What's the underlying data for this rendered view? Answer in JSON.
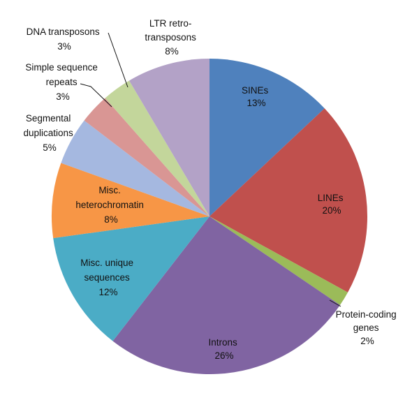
{
  "chart_data": {
    "type": "pie",
    "title": "",
    "start_angle_deg": 0,
    "direction": "clockwise",
    "slices": [
      {
        "label": [
          "SINEs",
          "13%"
        ],
        "percent_text": "13%",
        "value": 13,
        "color": "#4f81bd"
      },
      {
        "label": [
          "LINEs",
          "20%"
        ],
        "percent_text": "20%",
        "value": 20,
        "color": "#c0504d"
      },
      {
        "label": [
          "Protein-coding",
          "genes",
          "2%"
        ],
        "percent_text": "2%",
        "value": 1.5,
        "color": "#9bbb59"
      },
      {
        "label": [
          "Introns",
          "26%"
        ],
        "percent_text": "26%",
        "value": 26,
        "color": "#8064a2"
      },
      {
        "label": [
          "Misc. unique",
          "sequences",
          "12%"
        ],
        "percent_text": "12%",
        "value": 12.3,
        "color": "#4bacc6"
      },
      {
        "label": [
          "Misc.",
          "heterochromatin",
          "8%"
        ],
        "percent_text": "8%",
        "value": 7.7,
        "color": "#f79646"
      },
      {
        "label": [
          "Segmental",
          "duplications",
          "5%"
        ],
        "percent_text": "5%",
        "value": 4.9,
        "color": "#a5b8e0"
      },
      {
        "label": [
          "Simple sequence",
          "repeats",
          "3%"
        ],
        "percent_text": "3%",
        "value": 3.1,
        "color": "#d99694"
      },
      {
        "label": [
          "DNA transposons",
          "3%"
        ],
        "percent_text": "3%",
        "value": 3,
        "color": "#c3d69b"
      },
      {
        "label": [
          "LTR retro-",
          "transposons",
          "8%"
        ],
        "percent_text": "8%",
        "value": 8.5,
        "color": "#b3a2c7"
      }
    ]
  }
}
